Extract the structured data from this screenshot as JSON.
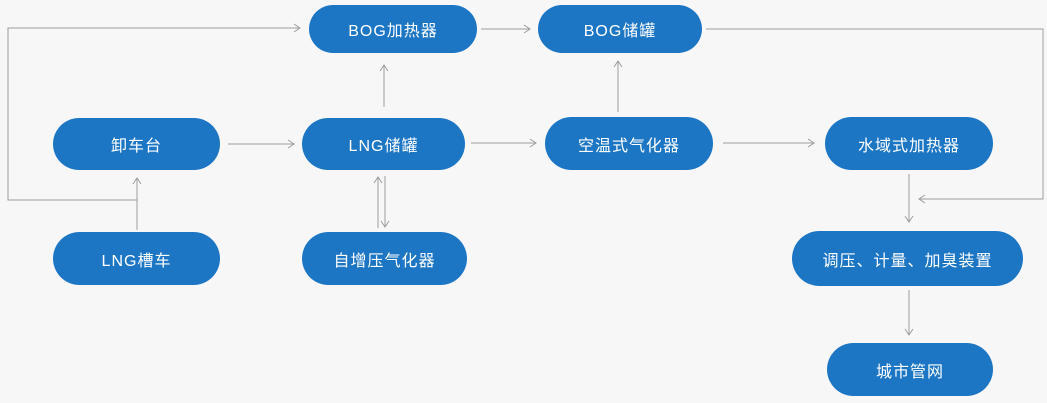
{
  "diagram": {
    "description": "LNG station process flow diagram",
    "colors": {
      "node_fill": "#1d76c4",
      "node_text": "#ffffff",
      "line": "#9d9d9d",
      "background": "#f7f7f7"
    },
    "nodes": {
      "bog_heater": {
        "label": "BOG加热器"
      },
      "bog_tank": {
        "label": "BOG储罐"
      },
      "unloading_platform": {
        "label": "卸车台"
      },
      "lng_tank": {
        "label": "LNG储罐"
      },
      "ambient_vaporizer": {
        "label": "空温式气化器"
      },
      "water_bath_heater": {
        "label": "水域式加热器"
      },
      "lng_tanker": {
        "label": "LNG槽车"
      },
      "self_pressurizing_vaporizer": {
        "label": "自增压气化器"
      },
      "regulating_metering_odorizing": {
        "label": "调压、计量、加臭装置"
      },
      "city_pipeline_network": {
        "label": "城市管网"
      }
    },
    "edges": [
      {
        "from": "lng_tanker",
        "to": "unloading_platform",
        "direction": "up"
      },
      {
        "from": "lng_tanker_line_branch",
        "to": "bog_heater",
        "direction": "left-up-right"
      },
      {
        "from": "bog_heater",
        "to": "bog_tank",
        "direction": "right"
      },
      {
        "from": "lng_tank",
        "to": "bog_heater",
        "direction": "up"
      },
      {
        "from": "unloading_platform",
        "to": "lng_tank",
        "direction": "right"
      },
      {
        "from": "self_pressurizing_vaporizer",
        "to": "lng_tank",
        "direction": "up"
      },
      {
        "from": "lng_tank",
        "to": "self_pressurizing_vaporizer",
        "direction": "down"
      },
      {
        "from": "lng_tank",
        "to": "ambient_vaporizer",
        "direction": "right"
      },
      {
        "from": "ambient_vaporizer",
        "to": "bog_tank",
        "direction": "up"
      },
      {
        "from": "ambient_vaporizer",
        "to": "water_bath_heater",
        "direction": "right"
      },
      {
        "from": "water_bath_heater",
        "to": "regulating_metering_odorizing",
        "direction": "down"
      },
      {
        "from": "bog_tank",
        "to": "regulating_metering_odorizing",
        "direction": "right-down-left"
      },
      {
        "from": "regulating_metering_odorizing",
        "to": "city_pipeline_network",
        "direction": "down"
      }
    ]
  }
}
